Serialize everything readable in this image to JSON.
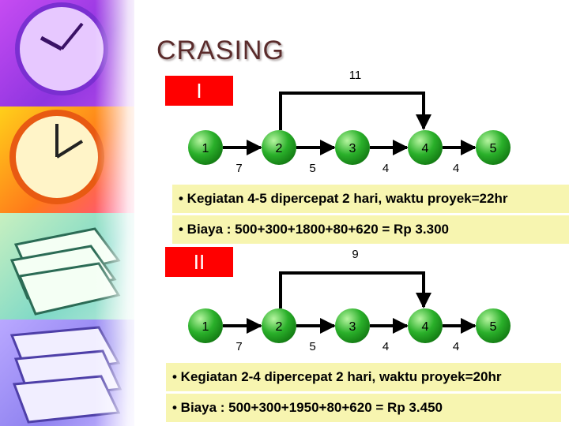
{
  "slide": {
    "title": "CRASING"
  },
  "networks": [
    {
      "label": "I",
      "top_duration": "11",
      "nodes": [
        "1",
        "2",
        "3",
        "4",
        "5"
      ],
      "durations": [
        "7",
        "5",
        "4",
        "4"
      ],
      "bullets": [
        "• Kegiatan 4-5 dipercepat 2 hari, waktu proyek=22hr",
        "• Biaya : 500+300+1800+80+620 =  Rp 3.300"
      ]
    },
    {
      "label": "II",
      "top_duration": "9",
      "nodes": [
        "1",
        "2",
        "3",
        "4",
        "5"
      ],
      "durations": [
        "7",
        "5",
        "4",
        "4"
      ],
      "bullets": [
        "• Kegiatan 2-4 dipercepat 2 hari, waktu proyek=20hr",
        "• Biaya : 500+300+1950+80+620 =  Rp 3.450"
      ]
    }
  ],
  "colors": {
    "node_fill": "#2ab02a",
    "label_fill": "#ff0000",
    "info_fill": "#f7f5b0"
  }
}
